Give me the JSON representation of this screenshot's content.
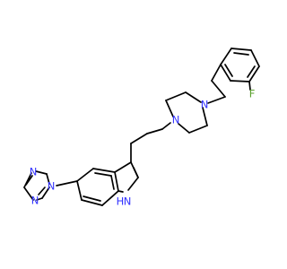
{
  "molecule": {
    "atoms": [
      {
        "id": "triazole-n1",
        "symbol": "N"
      },
      {
        "id": "triazole-n2",
        "symbol": "N"
      },
      {
        "id": "triazole-n4",
        "symbol": "N"
      },
      {
        "id": "indole-nh",
        "symbol": "H"
      },
      {
        "id": "indole-n1",
        "symbol": "N"
      },
      {
        "id": "piperazine-n1",
        "symbol": "N"
      },
      {
        "id": "piperazine-n4",
        "symbol": "N"
      },
      {
        "id": "fluorine",
        "symbol": "F"
      }
    ]
  },
  "colors": {
    "bond": "#000000",
    "nitrogen": "#3333ff",
    "fluorine": "#5aa02c",
    "carbon": "#000000"
  }
}
